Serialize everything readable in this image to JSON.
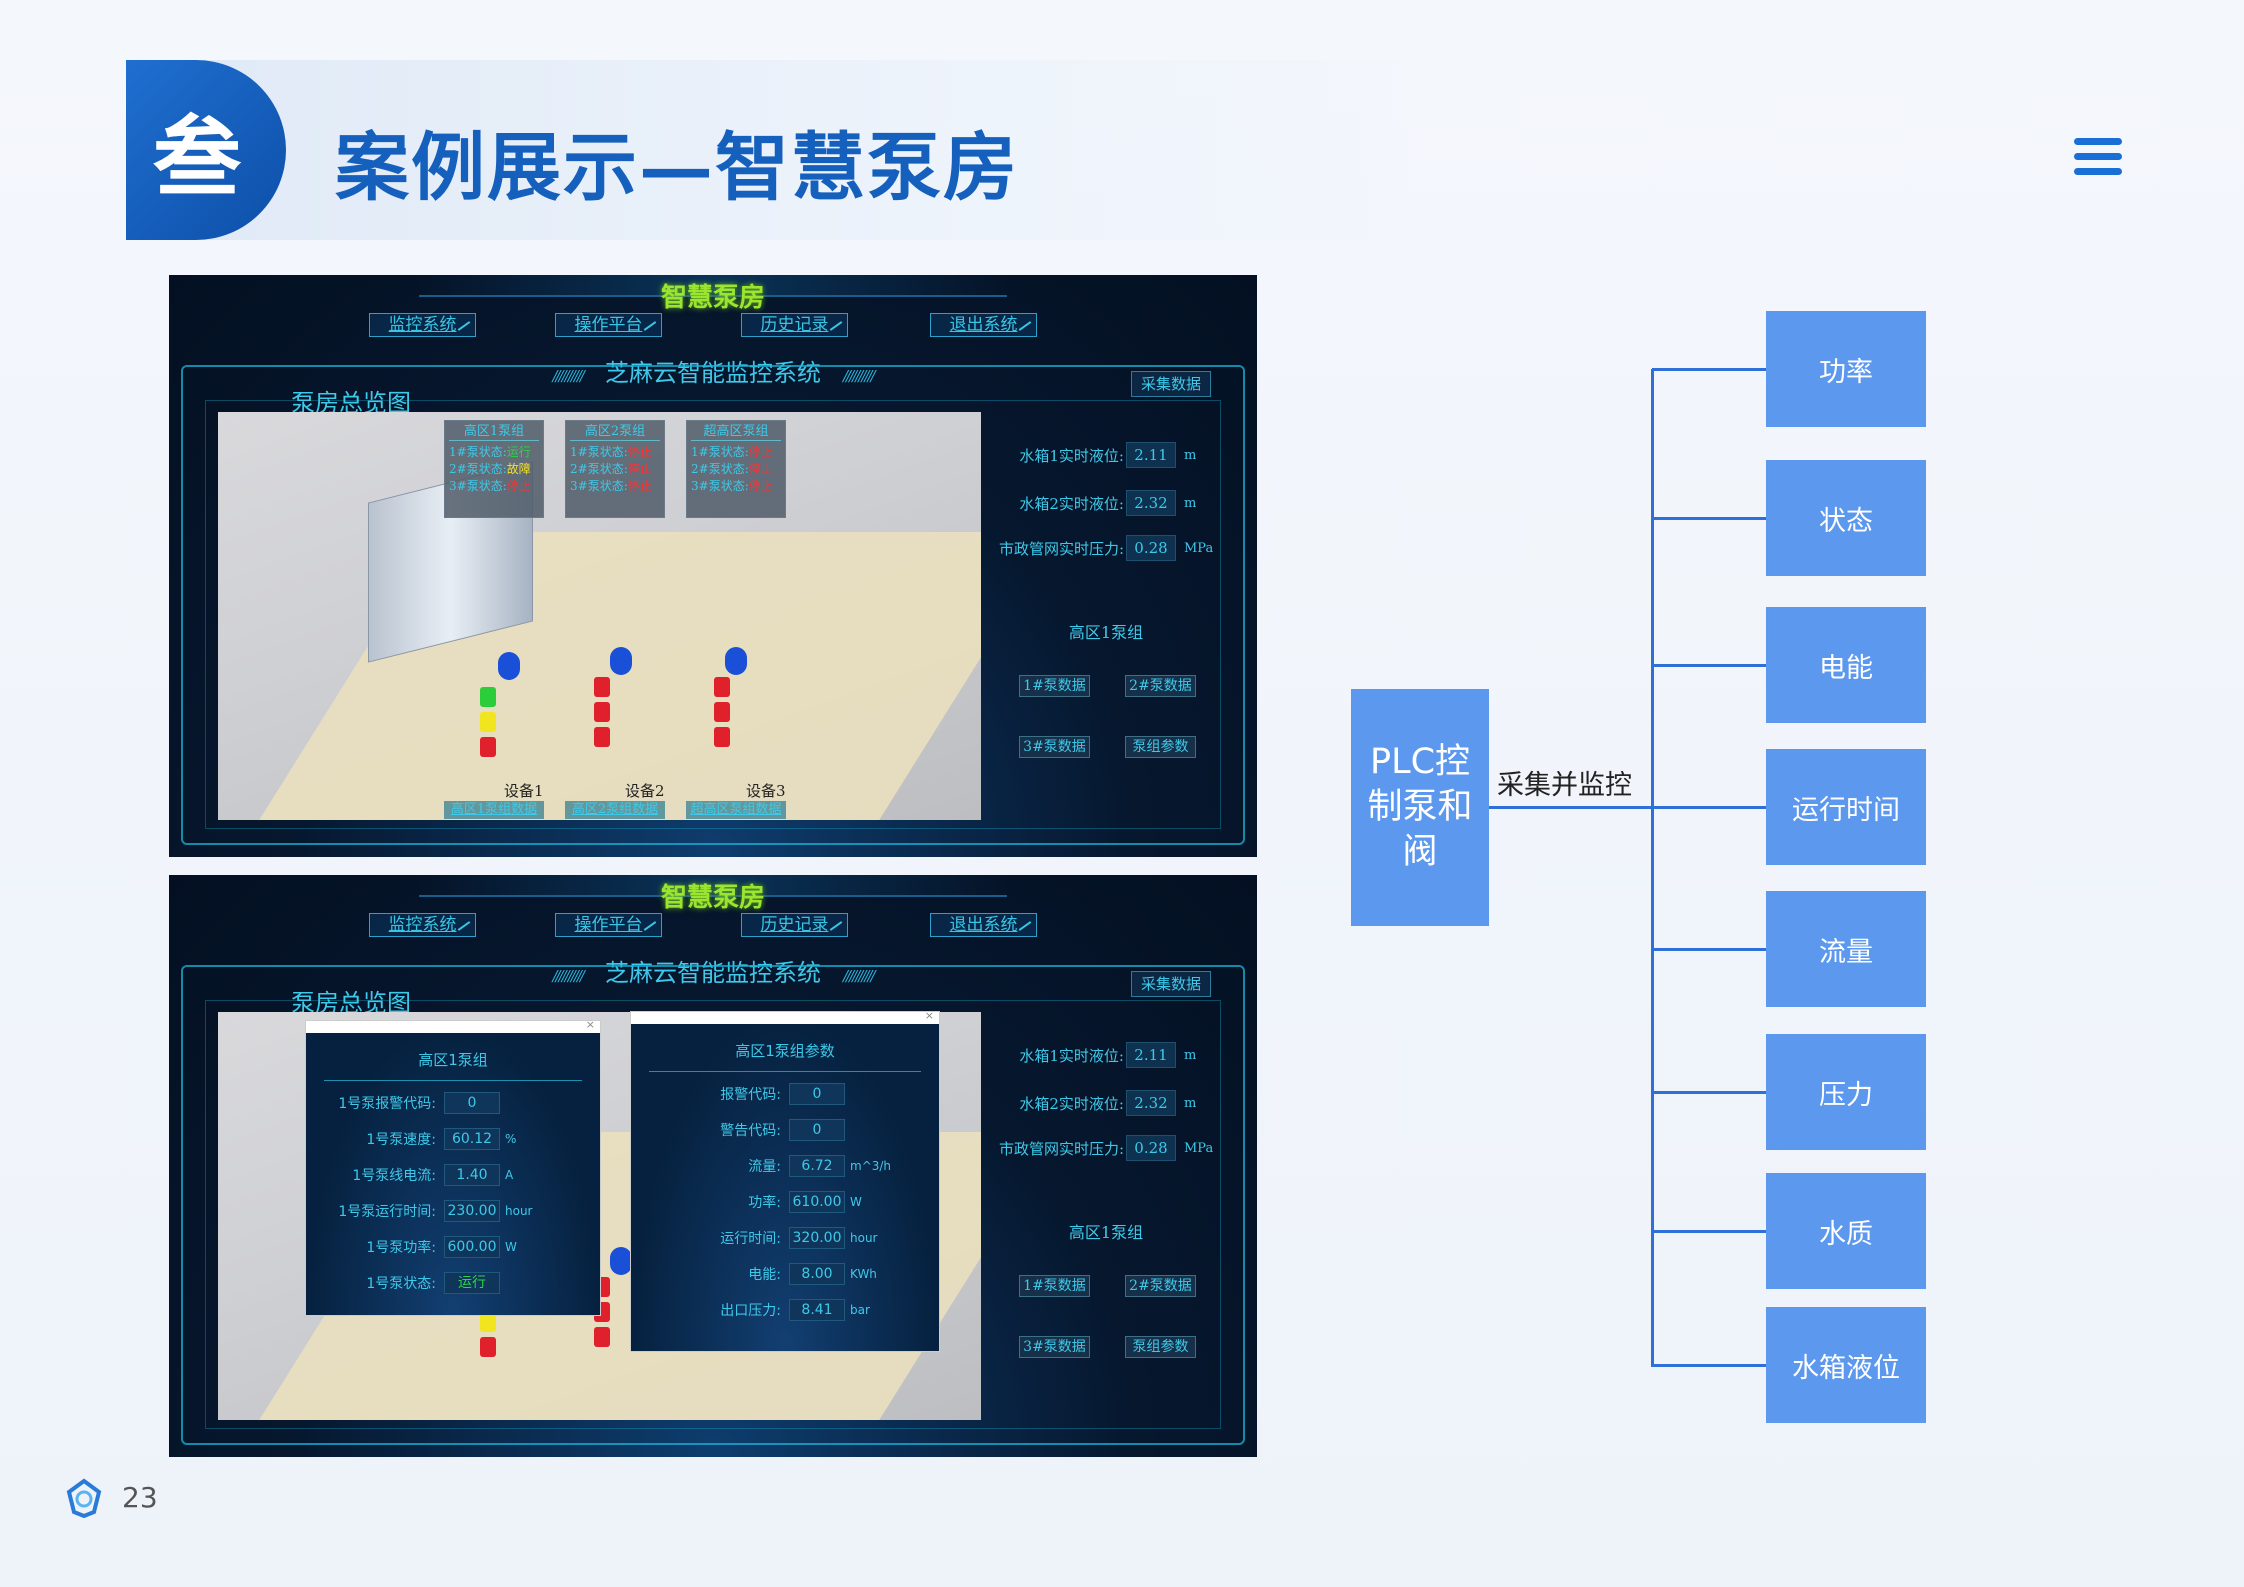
{
  "header": {
    "badge": "叁",
    "title": "案例展示—智慧泵房"
  },
  "screen": {
    "title": "智慧泵房",
    "nav": [
      "监控系统",
      "操作平台",
      "历史记录",
      "退出系统"
    ],
    "subtitle": "芝麻云智能监控系统",
    "collect_button": "采集数据",
    "overview_caption": "泵房总览图",
    "groups": [
      {
        "name": "高区1泵组",
        "rows": [
          {
            "label": "1#泵状态:",
            "status": "运行",
            "cls": "run"
          },
          {
            "label": "2#泵状态:",
            "status": "故障",
            "cls": "fault"
          },
          {
            "label": "3#泵状态:",
            "status": "停止",
            "cls": "stop"
          }
        ]
      },
      {
        "name": "高区2泵组",
        "rows": [
          {
            "label": "1#泵状态:",
            "status": "停止",
            "cls": "stop"
          },
          {
            "label": "2#泵状态:",
            "status": "停止",
            "cls": "stop"
          },
          {
            "label": "3#泵状态:",
            "status": "停止",
            "cls": "stop"
          }
        ]
      },
      {
        "name": "超高区泵组",
        "rows": [
          {
            "label": "1#泵状态:",
            "status": "停止",
            "cls": "stop"
          },
          {
            "label": "2#泵状态:",
            "status": "停止",
            "cls": "stop"
          },
          {
            "label": "3#泵状态:",
            "status": "停止",
            "cls": "stop"
          }
        ]
      }
    ],
    "devices": [
      "设备1",
      "设备2",
      "设备3"
    ],
    "device_data": [
      "高区1泵组数据",
      "高区2泵组数据",
      "超高区泵组数据"
    ],
    "readouts": [
      {
        "label": "水箱1实时液位:",
        "value": "2.11",
        "unit": "m"
      },
      {
        "label": "水箱2实时液位:",
        "value": "2.32",
        "unit": "m"
      },
      {
        "label": "市政管网实时压力:",
        "value": "0.28",
        "unit": "MPa"
      }
    ],
    "group_title": "高区1泵组",
    "pump_buttons": [
      "1#泵数据",
      "2#泵数据",
      "3#泵数据",
      "泵组参数"
    ]
  },
  "popups": {
    "left": {
      "title": "高区1泵组",
      "rows": [
        {
          "label": "1号泵报警代码:",
          "value": "0",
          "unit": ""
        },
        {
          "label": "1号泵速度:",
          "value": "60.12",
          "unit": "%"
        },
        {
          "label": "1号泵线电流:",
          "value": "1.40",
          "unit": "A"
        },
        {
          "label": "1号泵运行时间:",
          "value": "230.00",
          "unit": "hour"
        },
        {
          "label": "1号泵功率:",
          "value": "600.00",
          "unit": "W"
        },
        {
          "label": "1号泵状态:",
          "value": "运行",
          "unit": ""
        }
      ]
    },
    "right": {
      "title": "高区1泵组参数",
      "rows": [
        {
          "label": "报警代码:",
          "value": "0",
          "unit": ""
        },
        {
          "label": "警告代码:",
          "value": "0",
          "unit": ""
        },
        {
          "label": "流量:",
          "value": "6.72",
          "unit": "m^3/h"
        },
        {
          "label": "功率:",
          "value": "610.00",
          "unit": "W"
        },
        {
          "label": "运行时间:",
          "value": "320.00",
          "unit": "hour"
        },
        {
          "label": "电能:",
          "value": "8.00",
          "unit": "KWh"
        },
        {
          "label": "出口压力:",
          "value": "8.41",
          "unit": "bar"
        }
      ]
    },
    "close_glyph": "×"
  },
  "diagram": {
    "source": "PLC控制泵和阀",
    "edge_label": "采集并监控",
    "targets": [
      "功率",
      "状态",
      "电能",
      "运行时间",
      "流量",
      "压力",
      "水质",
      "水箱液位"
    ],
    "color": "#5b98ee"
  },
  "footer": {
    "page": "23"
  }
}
